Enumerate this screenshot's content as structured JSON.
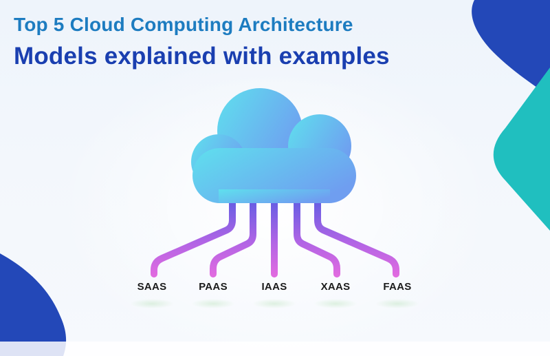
{
  "banner": {
    "title_line1": "Top 5 Cloud Computing Architecture",
    "title_line2": "Models explained with examples"
  },
  "colors": {
    "title_line1": "#1d7cc0",
    "title_line2": "#1a3fb0",
    "deco_blue": "#2348b8",
    "deco_teal": "#20bfbf",
    "cloud_start": "#5fe0ee",
    "cloud_end": "#6f9ef0",
    "connector_top": "#6a5ee3",
    "connector_bottom": "#e06be0"
  },
  "icons": {
    "cloud": "cloud-icon"
  },
  "models": [
    {
      "label": "SAAS"
    },
    {
      "label": "PAAS"
    },
    {
      "label": "IAAS"
    },
    {
      "label": "XAAS"
    },
    {
      "label": "FAAS"
    }
  ]
}
